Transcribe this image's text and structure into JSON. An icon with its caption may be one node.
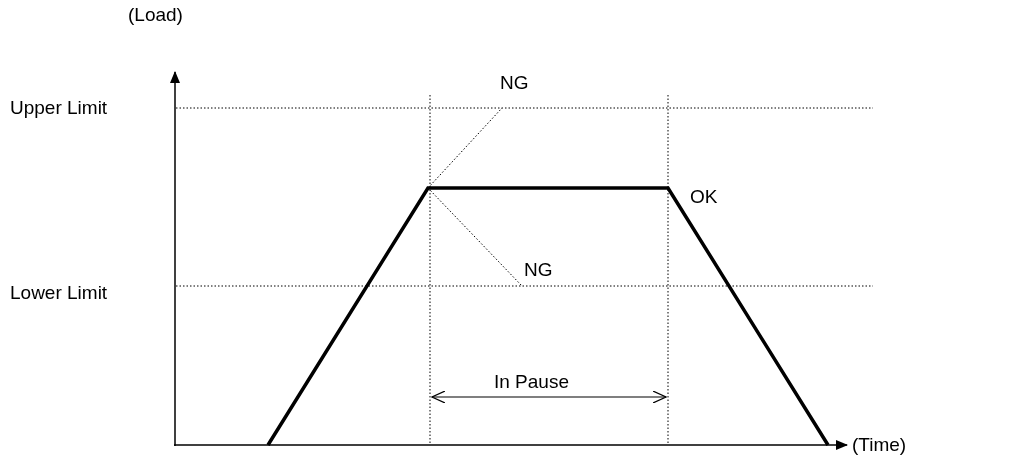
{
  "diagram": {
    "labels": [
      "(Load)",
      "NG",
      "Upper Limit",
      "OK",
      "NG",
      "Lower Limit",
      "In Pause",
      "(Time)"
    ]
  }
}
